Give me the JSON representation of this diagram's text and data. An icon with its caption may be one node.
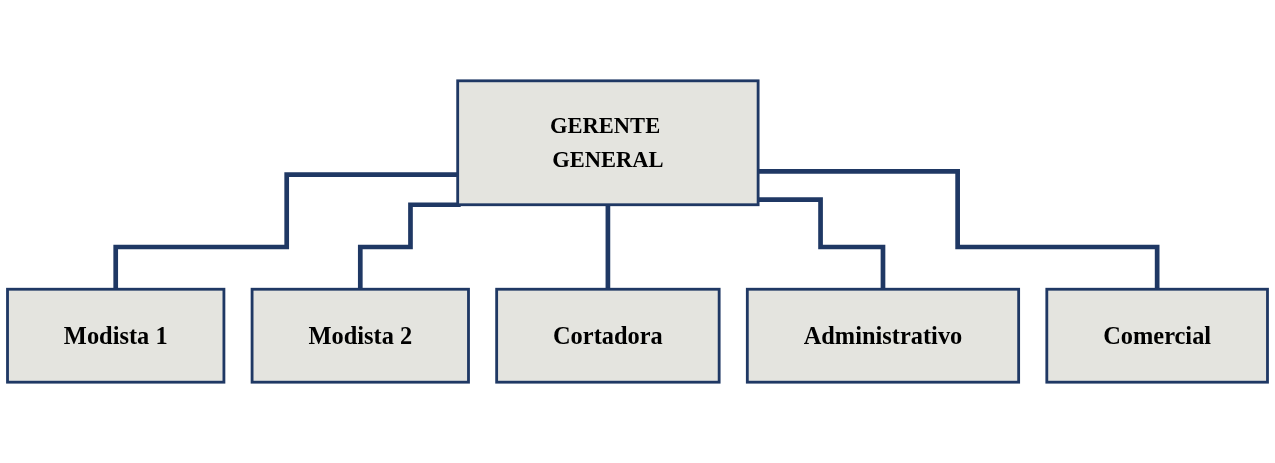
{
  "diagram": {
    "nodes": [
      {
        "text": [
          "GERENTE GENERAL"
        ]
      },
      {
        "text": [
          "Modista 1"
        ]
      },
      {
        "text": [
          "Modista 2"
        ]
      },
      {
        "text": [
          "Cortadora"
        ]
      },
      {
        "text": [
          "Administrativo"
        ]
      },
      {
        "text": [
          "Comercial"
        ]
      }
    ],
    "edges": [
      {
        "from": 0,
        "to": 1,
        "arrow": "none"
      },
      {
        "from": 0,
        "to": 2,
        "arrow": "none"
      },
      {
        "from": 0,
        "to": 3,
        "arrow": "none"
      },
      {
        "from": 0,
        "to": 4,
        "arrow": "none"
      },
      {
        "from": 0,
        "to": 5,
        "arrow": "none"
      }
    ]
  }
}
